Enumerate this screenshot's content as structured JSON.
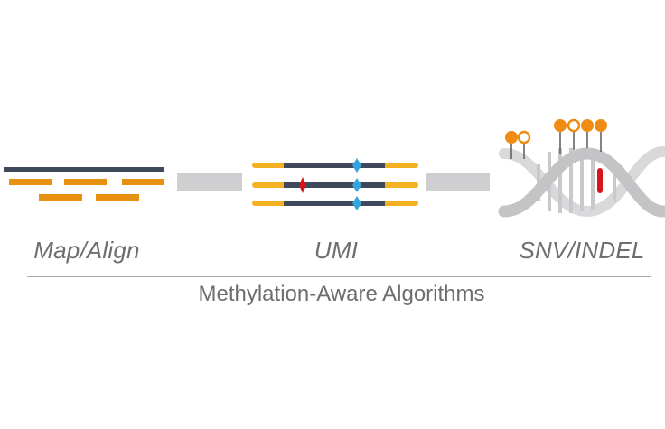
{
  "steps": [
    {
      "id": "map-align",
      "label": "Map/Align"
    },
    {
      "id": "umi",
      "label": "UMI"
    },
    {
      "id": "snv-indel",
      "label": "SNV/INDEL"
    }
  ],
  "footer": {
    "title": "Methylation-Aware Algorithms"
  },
  "colors": {
    "reference_strand": "#3e4a5c",
    "read": "#e8900f",
    "umi_tag": "#f4b223",
    "connector": "#cfcfd1",
    "variant_red": "#d8141c",
    "umi_diamond_blue": "#35a4dc",
    "helix": "#c9c9cb",
    "methyl_filled": "#ef8c14",
    "text": "#6e6e70"
  }
}
